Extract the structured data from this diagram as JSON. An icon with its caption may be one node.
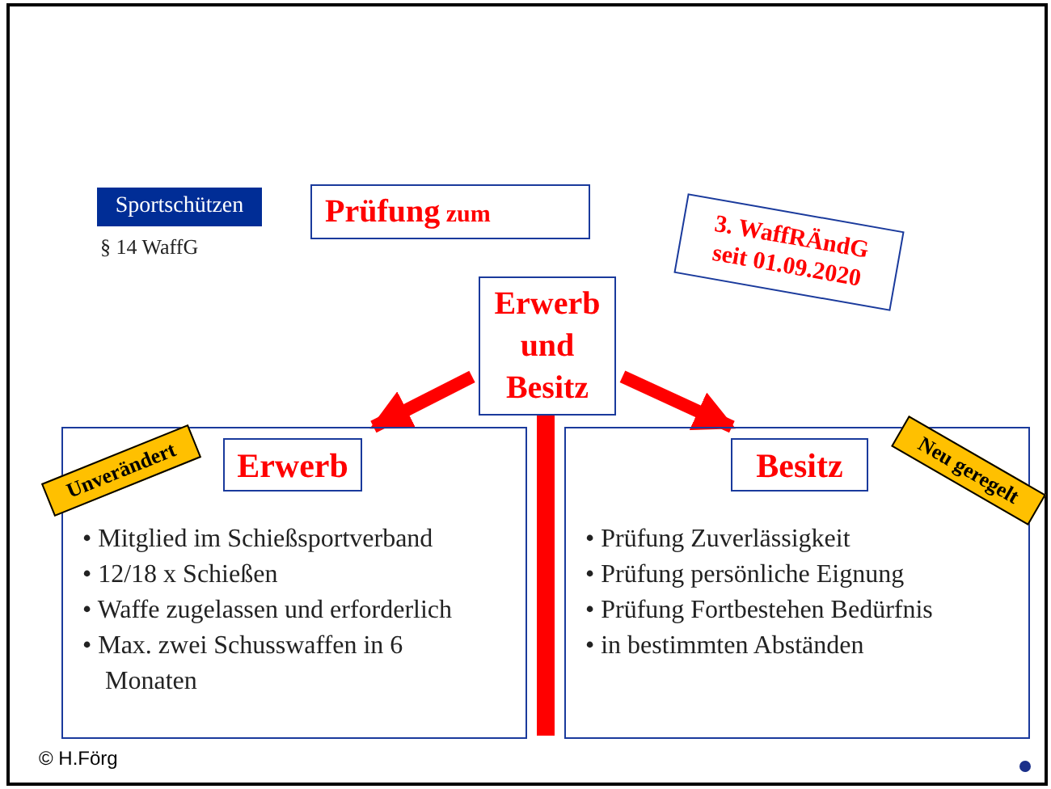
{
  "diagram": {
    "nodes": [
      {
        "text": [
          "Sportschützen"
        ],
        "beside": [
          "§ 14 WaffG"
        ]
      },
      {
        "text": [
          "**Prüfung** zum"
        ]
      },
      {
        "text": [
          "3. WaffRÄndG seit 01.09.2020"
        ]
      },
      {
        "text": [
          "Erwerb und Besitz"
        ]
      },
      {
        "text": [
          "• Mitglied im Schießsportverband",
          "• 12/18 x Schießen",
          "• Waffe zugelassen und erforderlich",
          "• Max. zwei Schusswaffen in 6 Monaten"
        ]
      },
      {
        "text": [
          "Erwerb"
        ],
        "in": 4
      },
      {
        "text": [
          "Unverändert"
        ]
      },
      {
        "text": [
          "• Prüfung Zuverlässigkeit",
          "• Prüfung persönliche Eignung",
          "• Prüfung Fortbestehen Bedürfnis",
          "• in bestimmten Abständen"
        ]
      },
      {
        "text": [
          "Besitz"
        ],
        "in": 7
      },
      {
        "text": [
          "Neu geregelt"
        ]
      }
    ],
    "edges": [
      {
        "from": 3,
        "to": 4,
        "arrow": "to"
      },
      {
        "from": 3,
        "to": 7,
        "arrow": "to"
      }
    ],
    "labels": [
      "© H.Förg"
    ]
  }
}
